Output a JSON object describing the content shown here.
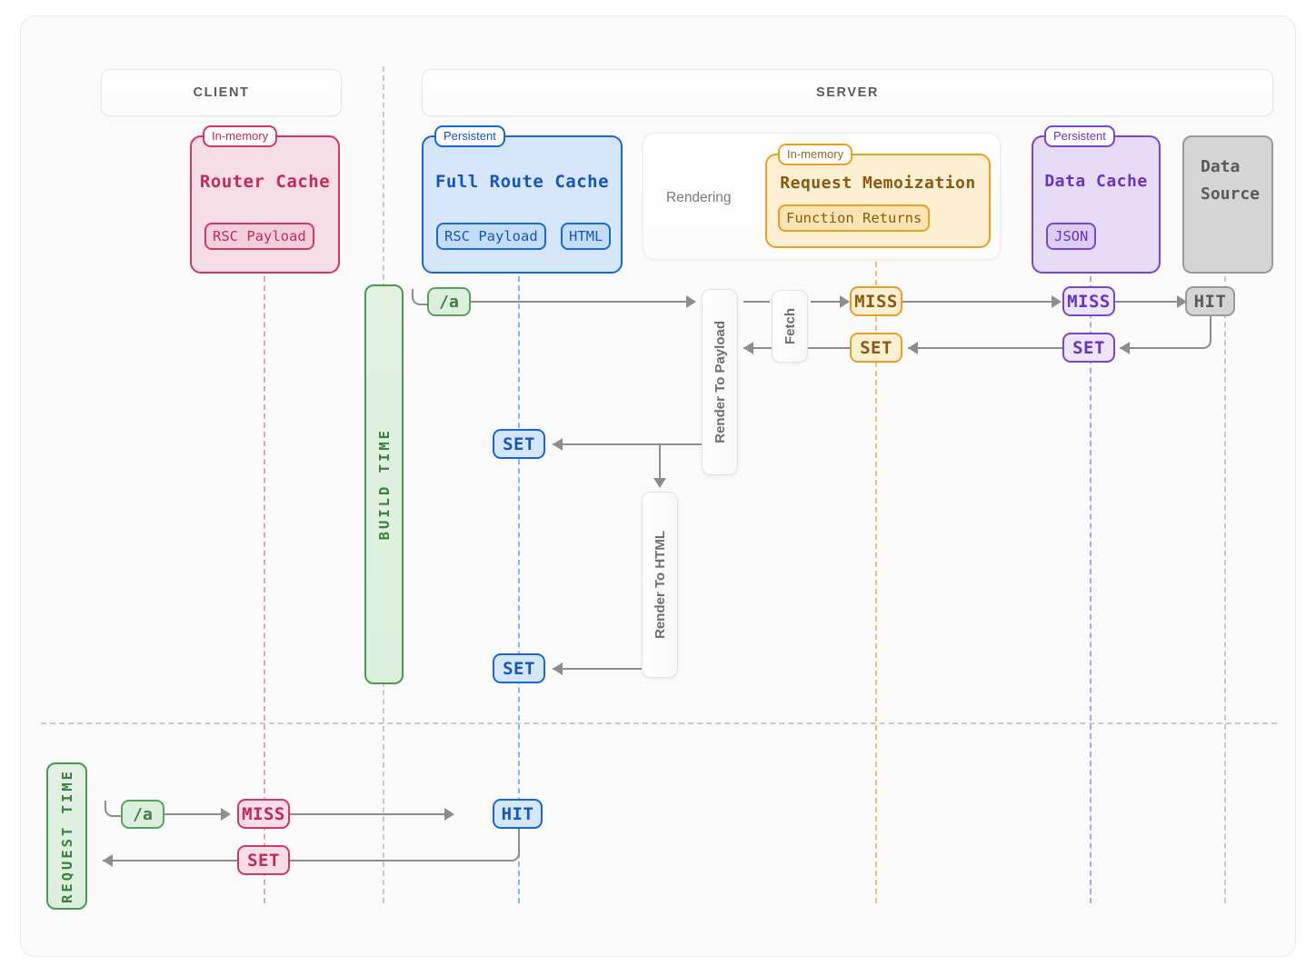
{
  "lanes": [
    {
      "id": "client",
      "label": "CLIENT"
    },
    {
      "id": "server",
      "label": "SERVER"
    }
  ],
  "caches": [
    {
      "id": "router-cache",
      "tag": "In-memory",
      "title": "Router Cache",
      "chips": [
        "RSC Payload"
      ],
      "accent": "#d2366a",
      "fill": "#f7dde6",
      "chip_fill": "#f3cfdc"
    },
    {
      "id": "full-route-cache",
      "tag": "Persistent",
      "title": "Full Route Cache",
      "chips": [
        "RSC Payload",
        "HTML"
      ],
      "accent": "#1668d6",
      "fill": "#d6e6fa",
      "chip_fill": "#c5dcf7"
    },
    {
      "id": "request-memoization",
      "tag": "In-memory",
      "title": "Request Memoization",
      "chips": [
        "Function Returns"
      ],
      "accent": "#e9a020",
      "fill": "#fdefd2",
      "chip_fill": "#fbe3b4"
    },
    {
      "id": "data-cache",
      "tag": "Persistent",
      "title": "Data Cache",
      "chips": [
        "JSON"
      ],
      "accent": "#7b45d1",
      "fill": "#e6dcf8",
      "chip_fill": "#dccdf4"
    }
  ],
  "data_source": {
    "line1": "Data",
    "line2": "Source",
    "accent": "#9a9a9a",
    "fill": "#d5d5d5"
  },
  "rendering": {
    "label": "Rendering"
  },
  "process_bars": [
    {
      "id": "render-to-payload",
      "label": "Render To Payload"
    },
    {
      "id": "render-to-html",
      "label": "Render To HTML"
    },
    {
      "id": "fetch",
      "label": "Fetch"
    }
  ],
  "time_bars": [
    {
      "id": "build-time",
      "label": "BUILD TIME"
    },
    {
      "id": "request-time",
      "label": "REQUEST TIME"
    }
  ],
  "route_badges": [
    {
      "id": "route-build",
      "label": "/a"
    },
    {
      "id": "route-request",
      "label": "/a"
    }
  ],
  "build_time_flow": {
    "badges": [
      {
        "id": "memo-miss",
        "label": "MISS",
        "accent": "#e9a020",
        "fill": "#fdefd2",
        "text": "#8a5a10"
      },
      {
        "id": "datacache-miss",
        "label": "MISS",
        "accent": "#7b45d1",
        "fill": "#ede5fb",
        "text": "#6a33c0"
      },
      {
        "id": "datasource-hit",
        "label": "HIT",
        "accent": "#9a9a9a",
        "fill": "#d5d5d5",
        "text": "#5a5a5a"
      },
      {
        "id": "memo-set",
        "label": "SET",
        "accent": "#e9a020",
        "fill": "#fdefd2",
        "text": "#8a5a10"
      },
      {
        "id": "datacache-set",
        "label": "SET",
        "accent": "#7b45d1",
        "fill": "#ede5fb",
        "text": "#6a33c0"
      },
      {
        "id": "fullroute-set-payload",
        "label": "SET",
        "accent": "#1668d6",
        "fill": "#d6e6fa",
        "text": "#1457b8"
      },
      {
        "id": "fullroute-set-html",
        "label": "SET",
        "accent": "#1668d6",
        "fill": "#d6e6fa",
        "text": "#1457b8"
      }
    ]
  },
  "request_time_flow": {
    "badges": [
      {
        "id": "router-miss",
        "label": "MISS",
        "accent": "#d2366a",
        "fill": "#f7dde6",
        "text": "#c02a5e"
      },
      {
        "id": "fullroute-hit",
        "label": "HIT",
        "accent": "#1668d6",
        "fill": "#d6e6fa",
        "text": "#1457b8"
      },
      {
        "id": "router-set",
        "label": "SET",
        "accent": "#d2366a",
        "fill": "#f7dde6",
        "text": "#c02a5e"
      }
    ]
  },
  "lifeline_colors": {
    "router": "#e3a3bc",
    "client-server": "#c9c9c9",
    "full-route": "#86b8ef",
    "memoization": "#efbe6e",
    "data-cache": "#bb9ee6",
    "data-source": "#c9c9c9"
  }
}
